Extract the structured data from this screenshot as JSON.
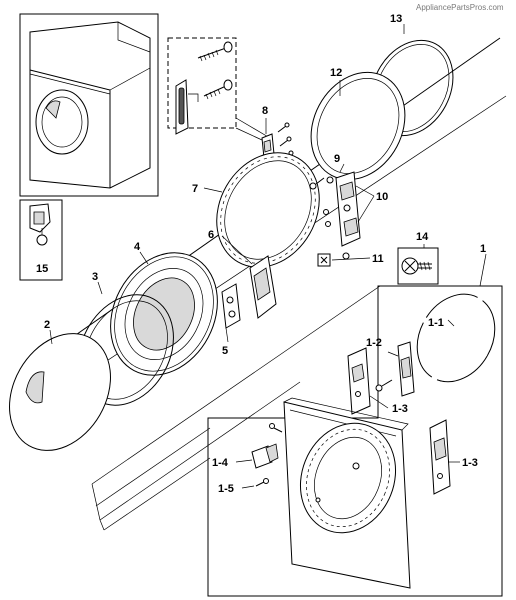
{
  "watermark": "AppliancePartsPros.com",
  "callouts": {
    "c13": "13",
    "c12": "12",
    "c8": "8",
    "c9": "9",
    "c10": "10",
    "c7": "7",
    "c6": "6",
    "c4": "4",
    "c3": "3",
    "c2": "2",
    "c5": "5",
    "c11": "11",
    "c14": "14",
    "c1": "1",
    "c1_1": "1-1",
    "c1_2": "1-2",
    "c1_3a": "1-3",
    "c1_3b": "1-3",
    "c1_4": "1-4",
    "c1_5": "1-5",
    "c15": "15"
  }
}
